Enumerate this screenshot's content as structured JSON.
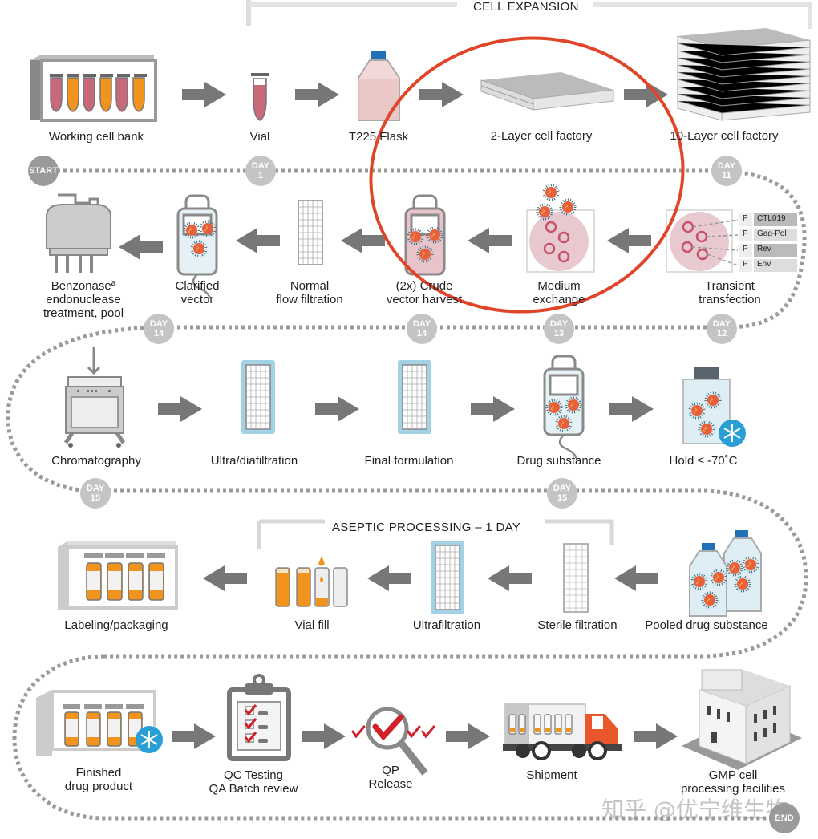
{
  "sections": {
    "cell_expansion": "CELL EXPANSION",
    "aseptic_processing": "ASEPTIC PROCESSING – 1 DAY"
  },
  "steps": {
    "working_cell_bank": "Working cell bank",
    "vial": "Vial",
    "t225_flask": "T225 Flask",
    "two_layer": "2-Layer cell factory",
    "ten_layer": "10-Layer cell factory",
    "transient_transfection": [
      "Transient",
      "transfection"
    ],
    "medium_exchange": [
      "Medium",
      "exchange"
    ],
    "crude_harvest": [
      "(2x) Crude",
      "vector harvest"
    ],
    "normal_flow": [
      "Normal",
      "flow filtration"
    ],
    "clarified_vector": [
      "Clarified",
      "vector"
    ],
    "benzonase": [
      "Benzonaseª",
      "endonuclease",
      "treatment, pool"
    ],
    "chromatography": "Chromatography",
    "ultra_diafiltration": "Ultra/diafiltration",
    "final_formulation": "Final formulation",
    "drug_substance": "Drug substance",
    "hold": "Hold ≤ -70˚C",
    "pooled_drug_substance": "Pooled drug substance",
    "sterile_filtration": "Sterile filtration",
    "ultrafiltration": "Ultrafiltration",
    "vial_fill": "Vial fill",
    "labeling": "Labeling/packaging",
    "finished_product": [
      "Finished",
      "drug product"
    ],
    "qc_testing": [
      "QC Testing",
      "QA Batch review"
    ],
    "qp_release": [
      "QP",
      "Release"
    ],
    "shipment": "Shipment",
    "gmp_facilities": [
      "GMP cell",
      "processing facilities"
    ]
  },
  "plasmids": [
    {
      "promoter": "P",
      "name": "CTL019"
    },
    {
      "promoter": "P",
      "name": "Gag-Pol"
    },
    {
      "promoter": "P",
      "name": "Rev"
    },
    {
      "promoter": "P",
      "name": "Env"
    }
  ],
  "milestones": {
    "start": "START",
    "end": "END",
    "day_word": "DAY",
    "d1": "1",
    "d11": "11",
    "d12": "12",
    "d13": "13",
    "d14a": "14",
    "d14b": "14",
    "d15a": "15",
    "d15b": "15"
  },
  "watermark": "知乎 @优宁维生物",
  "colors": {
    "arrow": "#777777",
    "annotation_circle": "#e0452a",
    "pink_fluid": "#c8697a",
    "orange_fluid": "#f0941e",
    "filter_blue": "#9fcfe3",
    "snow_blue": "#2a9fd6",
    "truck_orange": "#e8582c",
    "check_red": "#d0202a"
  }
}
